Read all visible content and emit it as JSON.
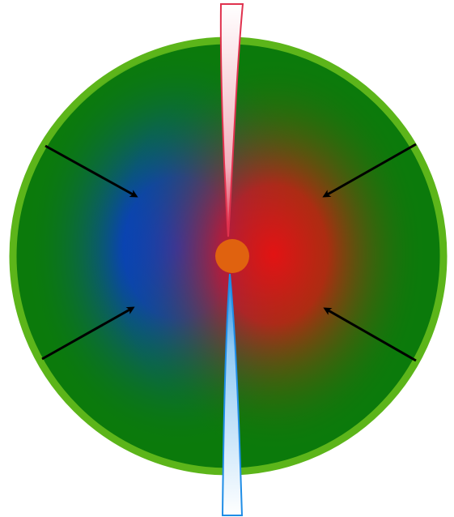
{
  "diagram": {
    "colors": {
      "background": "#ffffff",
      "disk_fill": "#0b7a0b",
      "disk_rim": "#5cb51a",
      "left_glow": "#0a2ff0",
      "right_glow": "#e21313",
      "center_core": "#e0620f",
      "jet_top_edge": "#e0324e",
      "jet_top_inner": "#f3b0bd",
      "jet_bottom_edge": "#1f8de6",
      "jet_bottom_inner": "#8fc9f4",
      "arrows": "#000000"
    },
    "elements": {
      "disk": "circular-disk",
      "glow_left": "blue-gradient-region",
      "glow_right": "red-gradient-region",
      "jet_top": "upper-jet",
      "jet_bottom": "lower-jet",
      "core": "central-core",
      "arrows": [
        "arrow-upper-left",
        "arrow-lower-left",
        "arrow-upper-right",
        "arrow-lower-right"
      ]
    }
  }
}
